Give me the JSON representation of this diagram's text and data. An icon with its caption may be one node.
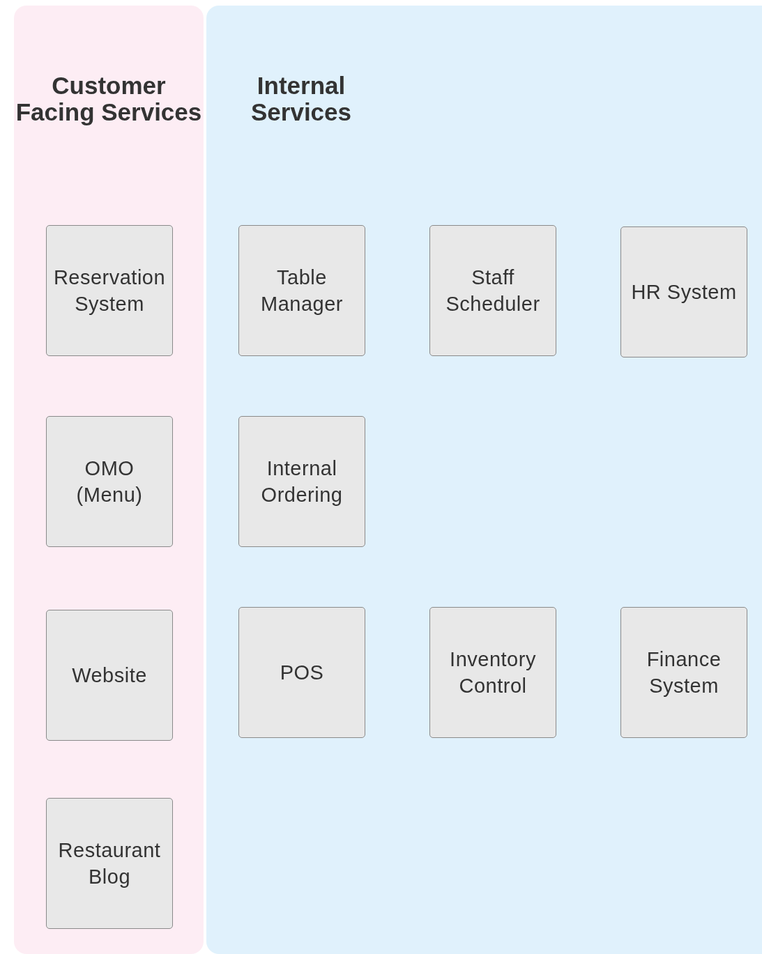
{
  "diagram": {
    "nodes": [
      {
        "text": [
          "Customer Facing Services"
        ]
      },
      {
        "text": [
          "Reservation System"
        ],
        "in": 0
      },
      {
        "text": [
          "OMO (Menu)"
        ],
        "in": 0
      },
      {
        "text": [
          "Website"
        ],
        "in": 0
      },
      {
        "text": [
          "Restaurant Blog"
        ],
        "in": 0
      },
      {
        "text": [
          "Internal Services"
        ]
      },
      {
        "text": [
          "Table Manager"
        ],
        "in": 5
      },
      {
        "text": [
          "Staff Scheduler"
        ],
        "in": 5
      },
      {
        "text": [
          "HR System"
        ],
        "in": 5
      },
      {
        "text": [
          "Internal Ordering"
        ],
        "in": 5
      },
      {
        "text": [
          "POS"
        ],
        "in": 5
      },
      {
        "text": [
          "Inventory Control"
        ],
        "in": 5
      },
      {
        "text": [
          "Finance System"
        ],
        "in": 5
      }
    ]
  }
}
